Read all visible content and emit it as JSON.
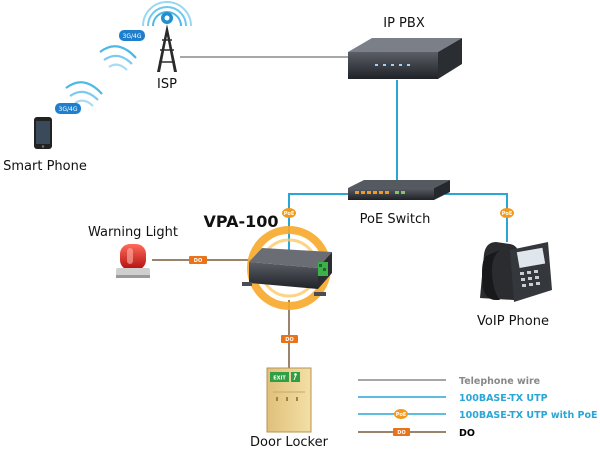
{
  "nodes": {
    "ip_pbx": "IP PBX",
    "isp": "ISP",
    "smart_phone": "Smart Phone",
    "poe_switch": "PoE Switch",
    "warning_light": "Warning Light",
    "device": "VPA-100",
    "voip_phone": "VoIP Phone",
    "door_locker": "Door Locker"
  },
  "badges": {
    "tower_3g4g": "3G/4G",
    "phone_3g4g": "3G/4G"
  },
  "tags": {
    "poe": "PoE",
    "do": "DO",
    "exit": "EXIT"
  },
  "legend": [
    {
      "label": "Telephone wire",
      "color": "#888888"
    },
    {
      "label": "100BASE-TX UTP",
      "color": "#29a6d6"
    },
    {
      "label": "100BASE-TX UTP with PoE",
      "color": "#29a6d6"
    },
    {
      "label": "DO",
      "color": "#000000"
    }
  ],
  "colors": {
    "telephone_wire": "#888888",
    "utp": "#29a6d6",
    "poe_tag": "#f29a1d",
    "do_line": "#7a5a3a",
    "do_tag": "#e8731a"
  }
}
